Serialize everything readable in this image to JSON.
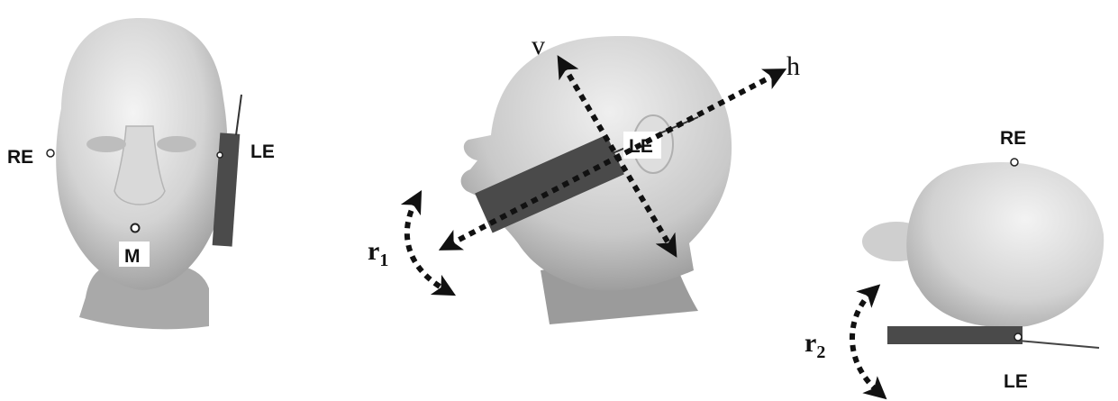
{
  "front_view": {
    "label_right_ear": "RE",
    "label_left_ear": "LE",
    "label_mouth": "M"
  },
  "side_view": {
    "label_vertical": "v",
    "label_horizontal": "h",
    "label_left_ear": "LE",
    "label_rotation_main": "r",
    "label_rotation_sub": "1"
  },
  "top_view": {
    "label_right_ear": "RE",
    "label_left_ear": "LE",
    "label_rotation_main": "r",
    "label_rotation_sub": "2"
  },
  "colors": {
    "head_light": "#f2f2f2",
    "head_mid": "#c8c8c8",
    "head_dark": "#8e8e8e",
    "device": "#4b4b4b",
    "arrow": "#111111"
  }
}
